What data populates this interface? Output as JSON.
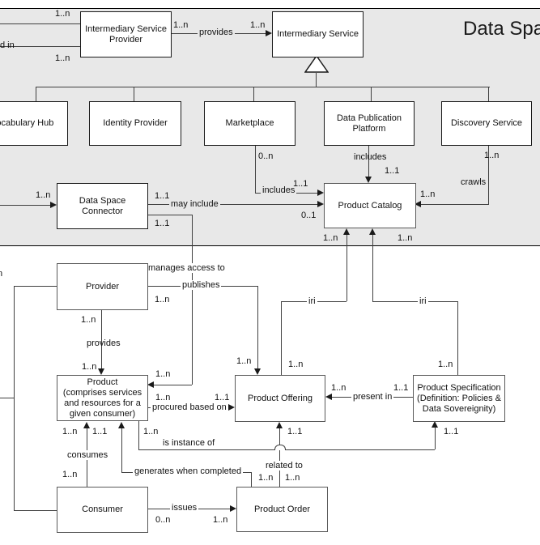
{
  "title": "Data Space",
  "nodes": {
    "isp": "Intermediary Service\nProvider",
    "intermediary_service": "Intermediary Service",
    "vocabulary_hub": "Vocabulary Hub",
    "identity_provider": "Identity Provider",
    "marketplace": "Marketplace",
    "data_publication_platform": "Data Publication\nPlatform",
    "discovery_service": "Discovery Service",
    "data_space_connector": "Data Space\nConnector",
    "product_catalog": "Product Catalog",
    "provider": "Provider",
    "product": "Product\n(comprises services\nand resources for a\ngiven consumer)",
    "product_offering": "Product Offering",
    "product_specification": "Product Specification\n(Definition: Policies &\nData Sovereignity)",
    "consumer": "Consumer",
    "product_order": "Product Order"
  },
  "edges": {
    "isp_membership_top": {
      "src_mult": "1..n"
    },
    "isp_membership_bottom": {
      "label_fragment": "d in",
      "src_mult": "1..n"
    },
    "provides_intermediary": {
      "label": "provides",
      "src_mult": "1..n",
      "dst_mult": "1..n"
    },
    "marketplace_includes": {
      "label": "includes",
      "src_mult": "0..n",
      "dst_mult": "1..1"
    },
    "platform_includes": {
      "label": "includes",
      "dst_mult": "1..1"
    },
    "crawls": {
      "label": "crawls",
      "src_mult": "1..n",
      "dst_mult": "1..n"
    },
    "connector_in": {
      "src_mult": "1..n"
    },
    "may_include": {
      "label": "may include",
      "src_mult": "1..1",
      "dst_mult": "0..1"
    },
    "manages_access": {
      "label": "manages access to",
      "src_mult": "1..1",
      "dst_mult": "1..n"
    },
    "publishes": {
      "label": "publishes",
      "src_mult": "1..n",
      "dst_mult": "1..n"
    },
    "provides_product": {
      "label": "provides",
      "src_mult": "1..n",
      "dst_mult": "1..n"
    },
    "iri_offering": {
      "label": "iri",
      "src_mult": "1..n",
      "dst_mult": "1..n"
    },
    "iri_specification": {
      "label": "iri",
      "src_mult": "1..n",
      "dst_mult": "1..n"
    },
    "procured_based_on": {
      "label": "procured based on",
      "src_mult": "1..n",
      "dst_mult": "1..1"
    },
    "present_in": {
      "label": "present in",
      "src_mult": "1..1",
      "dst_mult": "1..n"
    },
    "is_instance_of": {
      "label": "is instance of",
      "src_mult": "1..n",
      "dst_mult": "1..1"
    },
    "consumes": {
      "label": "consumes",
      "src_mult": "1..n",
      "dst_mult": "1..n"
    },
    "generates_when_completed": {
      "label": "generates when completed",
      "src_mult": "1..1",
      "dst_mult": "1..n"
    },
    "related_to": {
      "label": "related to",
      "src_mult": "1..1",
      "dst_mult": "1..n"
    },
    "issues": {
      "label": "issues",
      "src_mult": "0..n",
      "dst_mult": "1..n"
    },
    "left_edge_fragment": {
      "label_fragment": "n"
    }
  },
  "colors": {
    "container_fill": "#e8e8e8",
    "node_fill": "#ffffff",
    "line": "#404040"
  }
}
